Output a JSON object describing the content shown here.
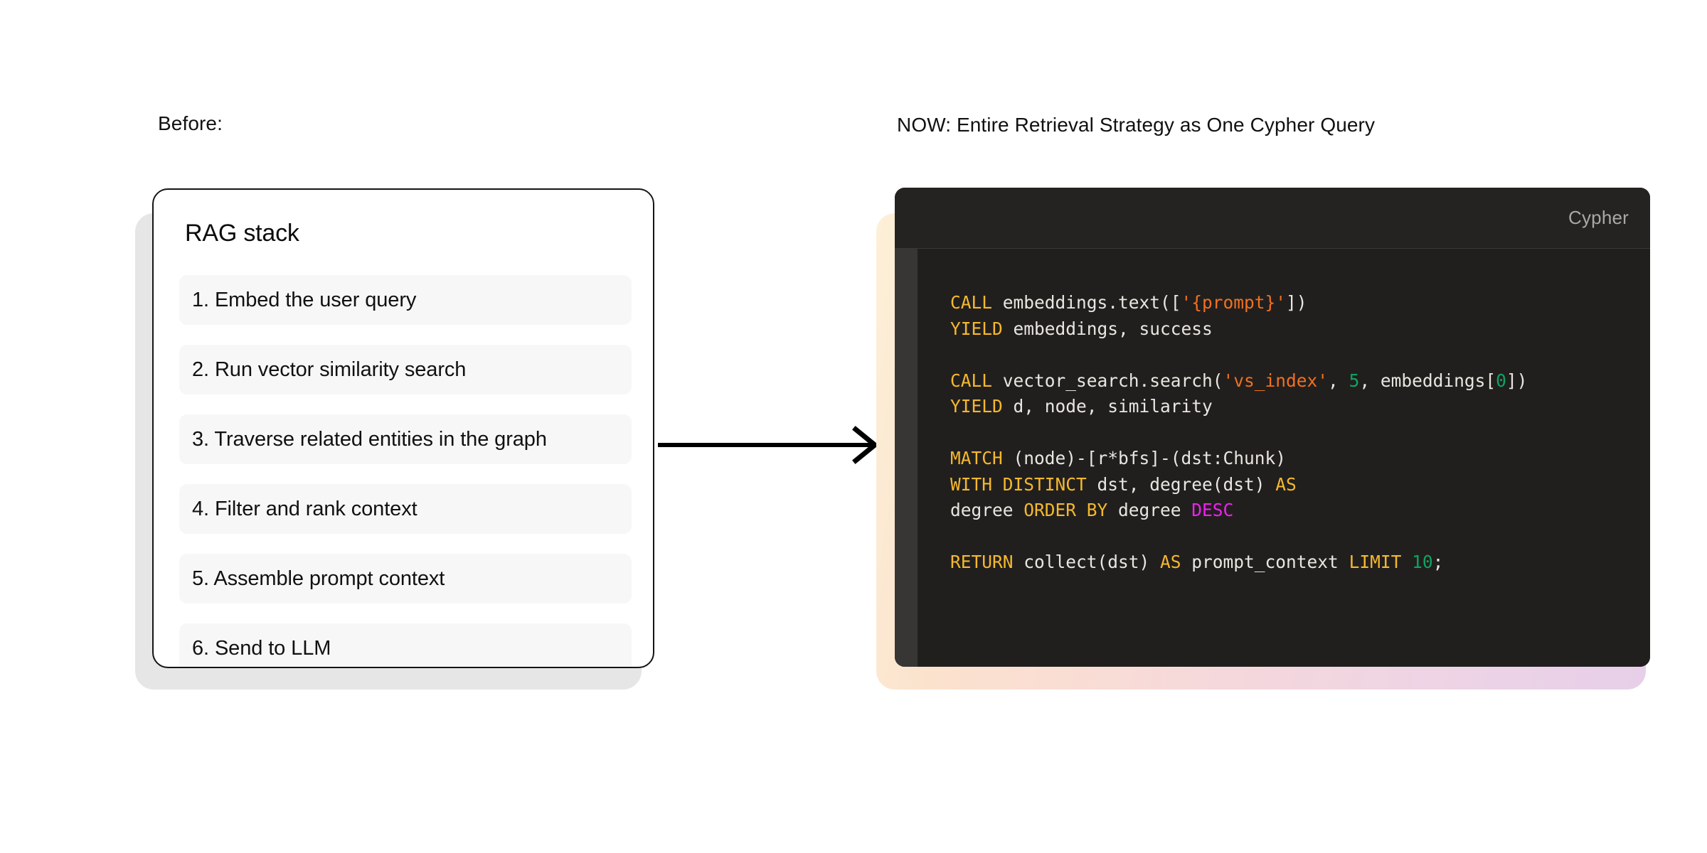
{
  "left": {
    "section_label": "Before:",
    "card": {
      "title": "RAG stack",
      "items": [
        "1. Embed the user query",
        "2. Run vector similarity search",
        "3. Traverse related entities in the graph",
        "4. Filter and rank context",
        "5. Assemble prompt context",
        "6. Send to LLM"
      ]
    }
  },
  "arrow": {
    "name": "right-arrow",
    "color": "#000000"
  },
  "right": {
    "section_label": "NOW: Entire Retrieval Strategy as One Cypher Query",
    "code_block": {
      "language_label": "Cypher",
      "lines": [
        {
          "tokens": [
            {
              "t": "CALL",
              "c": "kw"
            },
            {
              "t": " embeddings.text([",
              "c": "plain"
            },
            {
              "t": "'{prompt}'",
              "c": "str"
            },
            {
              "t": "])",
              "c": "plain"
            }
          ]
        },
        {
          "tokens": [
            {
              "t": "YIELD",
              "c": "kw"
            },
            {
              "t": " embeddings, success",
              "c": "plain"
            }
          ]
        },
        {
          "tokens": []
        },
        {
          "tokens": [
            {
              "t": "CALL",
              "c": "kw"
            },
            {
              "t": " vector_search.search(",
              "c": "plain"
            },
            {
              "t": "'vs_index'",
              "c": "str"
            },
            {
              "t": ", ",
              "c": "plain"
            },
            {
              "t": "5",
              "c": "num"
            },
            {
              "t": ", embeddings[",
              "c": "plain"
            },
            {
              "t": "0",
              "c": "num"
            },
            {
              "t": "])",
              "c": "plain"
            }
          ]
        },
        {
          "tokens": [
            {
              "t": "YIELD",
              "c": "kw"
            },
            {
              "t": " d, node, similarity",
              "c": "plain"
            }
          ]
        },
        {
          "tokens": []
        },
        {
          "tokens": [
            {
              "t": "MATCH",
              "c": "kw"
            },
            {
              "t": " (node)-[r*bfs]-(dst:Chunk)",
              "c": "plain"
            }
          ]
        },
        {
          "tokens": [
            {
              "t": "WITH DISTINCT",
              "c": "kw"
            },
            {
              "t": " dst, degree(dst) ",
              "c": "plain"
            },
            {
              "t": "AS",
              "c": "kw"
            }
          ]
        },
        {
          "tokens": [
            {
              "t": "degree ",
              "c": "plain"
            },
            {
              "t": "ORDER BY",
              "c": "kw"
            },
            {
              "t": " degree ",
              "c": "plain"
            },
            {
              "t": "DESC",
              "c": "desc"
            }
          ]
        },
        {
          "tokens": []
        },
        {
          "tokens": [
            {
              "t": "RETURN",
              "c": "kw"
            },
            {
              "t": " collect(dst) ",
              "c": "plain"
            },
            {
              "t": "AS",
              "c": "kw"
            },
            {
              "t": " prompt_context ",
              "c": "plain"
            },
            {
              "t": "LIMIT",
              "c": "kw"
            },
            {
              "t": " ",
              "c": "plain"
            },
            {
              "t": "10",
              "c": "num"
            },
            {
              "t": ";",
              "c": "plain"
            }
          ]
        }
      ]
    }
  },
  "colors": {
    "keyword": "#f5b82e",
    "string": "#f07020",
    "number": "#0fa362",
    "desc_keyword": "#ee22ee",
    "code_bg": "#211f1e",
    "code_header_bg": "#252322",
    "glow_start": "#fdf0d8",
    "glow_end": "#e7cfe9",
    "card_shadow": "#e6e6e6",
    "item_bg": "#f7f7f7"
  }
}
